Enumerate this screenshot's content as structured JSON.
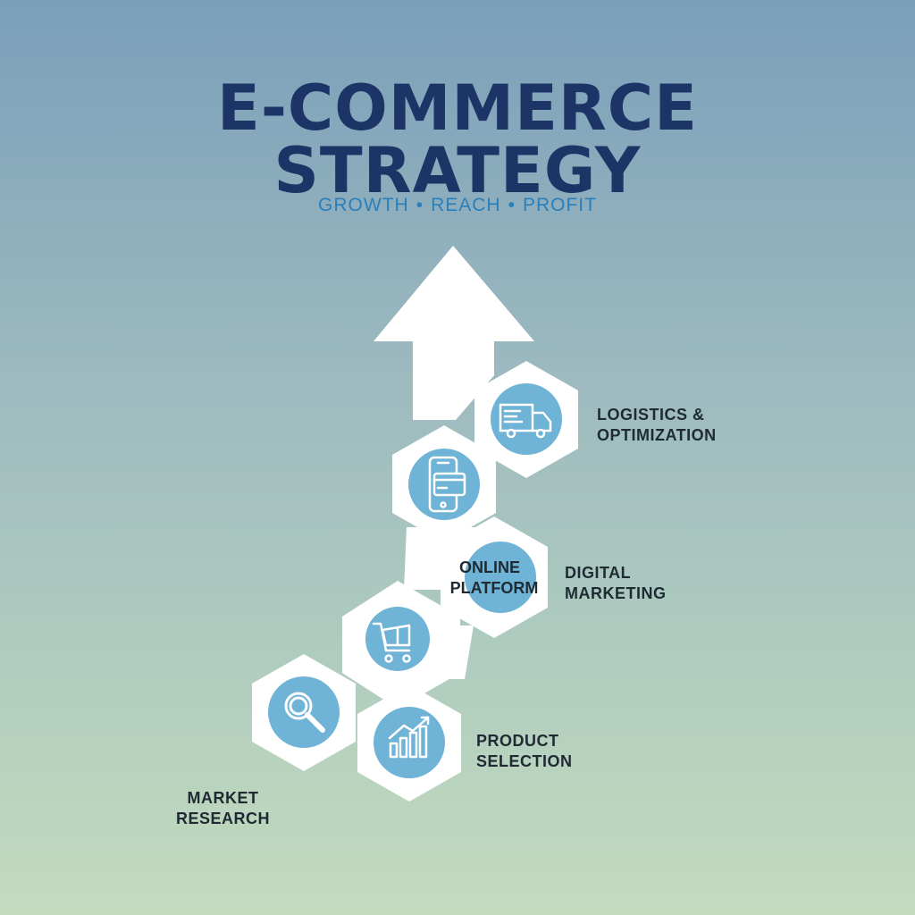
{
  "header": {
    "title_line1": "E-COMMERCE",
    "title_line2": "STRATEGY",
    "subtitle_words": [
      "GROWTH",
      "REACH",
      "PROFIT"
    ],
    "subtitle_separator": "•"
  },
  "colors": {
    "title": "#1c3566",
    "subtitle": "#2a7fbb",
    "hex_fill": "#ffffff",
    "icon_circle": "#6fb3d6",
    "icon_stroke": "#ffffff",
    "label_text": "#1f2a33"
  },
  "steps": [
    {
      "icon": "magnifier-icon",
      "label_lines": [
        "MARKET",
        "RESEARCH"
      ]
    },
    {
      "icon": "growth-chart-icon",
      "label_lines": [
        "PRODUCT",
        "SELECTION"
      ]
    },
    {
      "icon": "shopping-cart-icon",
      "label_lines": []
    },
    {
      "icon": "",
      "label_lines": [
        "DIGITAL",
        "MARKETING"
      ],
      "inner_text_lines": [
        "ONLINE",
        "PLATFORM"
      ]
    },
    {
      "icon": "mobile-payment-icon",
      "label_lines": []
    },
    {
      "icon": "delivery-truck-icon",
      "label_lines": [
        "LOGISTICS &",
        "OPTIMIZATION"
      ]
    }
  ]
}
